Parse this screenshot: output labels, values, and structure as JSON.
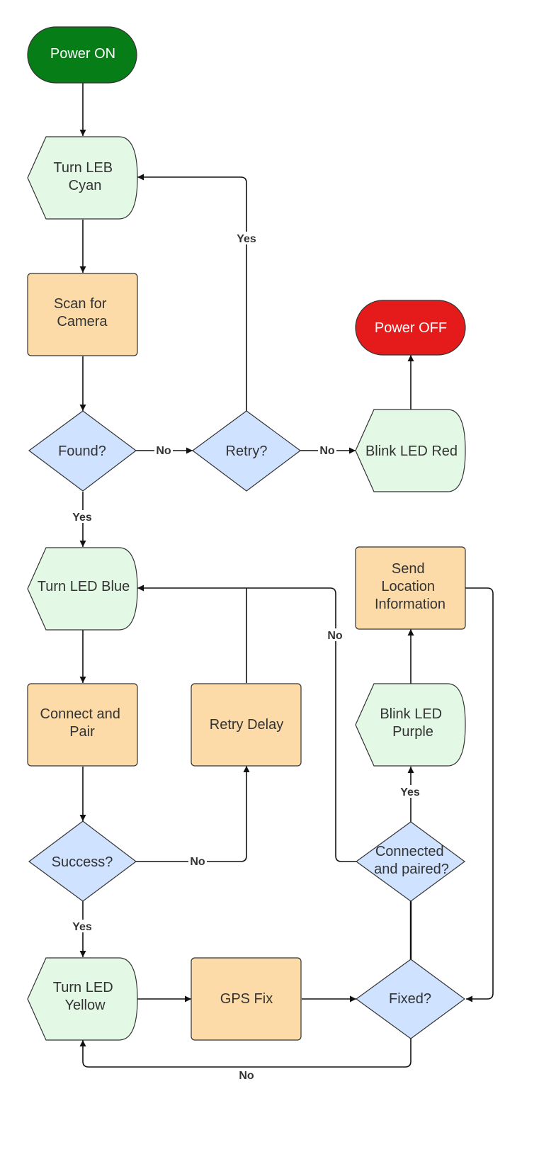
{
  "colors": {
    "terminal_start": "#067d17",
    "terminal_end": "#e51a1a",
    "display_fill": "#e3f9e5",
    "process_fill": "#fcdba8",
    "decision_fill": "#cfe2ff",
    "stroke": "#333333"
  },
  "nodes": {
    "power_on": {
      "lines": [
        "Power ON"
      ]
    },
    "turn_led_cyan": {
      "lines": [
        "Turn LEB",
        "Cyan"
      ]
    },
    "scan_for_camera": {
      "lines": [
        "Scan for",
        "Camera"
      ]
    },
    "found": {
      "lines": [
        "Found?"
      ]
    },
    "retry": {
      "lines": [
        "Retry?"
      ]
    },
    "blink_led_red": {
      "lines": [
        "Blink LED Red"
      ]
    },
    "power_off": {
      "lines": [
        "Power OFF"
      ]
    },
    "turn_led_blue": {
      "lines": [
        "Turn LED Blue"
      ]
    },
    "connect_and_pair": {
      "lines": [
        "Connect and",
        "Pair"
      ]
    },
    "retry_delay": {
      "lines": [
        "Retry Delay"
      ]
    },
    "success": {
      "lines": [
        "Success?"
      ]
    },
    "turn_led_yellow": {
      "lines": [
        "Turn LED",
        "Yellow"
      ]
    },
    "gps_fix": {
      "lines": [
        "GPS Fix"
      ]
    },
    "fixed": {
      "lines": [
        "Fixed?"
      ]
    },
    "connected_and_paired": {
      "lines": [
        "Connected",
        "and paired?"
      ]
    },
    "blink_led_purple": {
      "lines": [
        "Blink LED",
        "Purple"
      ]
    },
    "send_location_information": {
      "lines": [
        "Send",
        "Location",
        "Information"
      ]
    }
  },
  "edge_labels": {
    "found_no": "No",
    "found_yes": "Yes",
    "retry_yes": "Yes",
    "retry_no": "No",
    "success_no": "No",
    "success_yes": "Yes",
    "fixed_no": "No",
    "connected_no": "No",
    "connected_yes": "Yes"
  }
}
